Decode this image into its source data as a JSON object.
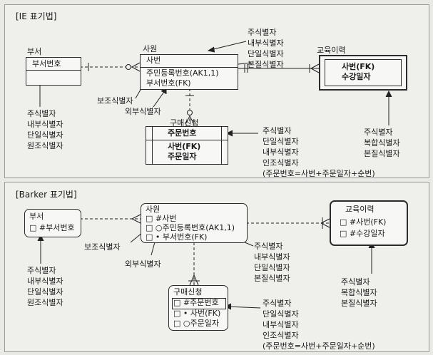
{
  "ie": {
    "title": "[IE 표기법]",
    "dept": {
      "name": "부서",
      "key": "부서번호"
    },
    "emp": {
      "name": "사원",
      "key": "사번",
      "attrs": [
        "주민등록번호(AK1,1)",
        "부서번호(FK)"
      ]
    },
    "edu": {
      "name": "교육이력",
      "key1": "사번(FK)",
      "key2": "수강일자"
    },
    "purchase": {
      "name": "구매신청",
      "key": "주문번호",
      "attrs": [
        "사번(FK)",
        "주문일자"
      ]
    },
    "dept_notes": [
      "주식별자",
      "내부식별자",
      "단일식별자",
      "원조식별자"
    ],
    "emp_notes": [
      "주식별자",
      "내부식별자",
      "단일식별자",
      "본질식별자"
    ],
    "sub_id": "보조식별자",
    "ext_id": "외부식별자",
    "edu_notes": [
      "주식별자",
      "복합식별자",
      "본질식별자"
    ],
    "purchase_notes": [
      "주식별자",
      "단일식별자",
      "내부식별자",
      "인조식별자",
      "(주문번호=사번+주문일자+순번)"
    ]
  },
  "barker": {
    "title": "[Barker 표기법]",
    "dept": {
      "name": "부서",
      "key": "□ #부서번호"
    },
    "emp": {
      "name": "사원",
      "rows": [
        "□ #사번",
        "□ ○주민등록번호(AK1,1)",
        "□ • 부서번호(FK)"
      ]
    },
    "edu": {
      "name": "교육이력",
      "rows": [
        "□ #사번(FK)",
        "□ #수강일자"
      ]
    },
    "purchase": {
      "name": "구매신청",
      "rows": [
        "□ #주문번호",
        "□ • 사번(FK)",
        "□ ○주문일자"
      ]
    },
    "dept_notes": [
      "주식별자",
      "내부식별자",
      "단일식별자",
      "원조식별자"
    ],
    "emp_notes": [
      "주식별자",
      "내부식별자",
      "단일식별자",
      "본질식별자"
    ],
    "sub_id": "보조식별자",
    "ext_id": "외부식별자",
    "edu_notes": [
      "주식별자",
      "복합식별자",
      "본질식별자"
    ],
    "purchase_notes": [
      "주식별자",
      "단일식별자",
      "내부식별자",
      "인조식별자",
      "(주문번호=사번+주문일자+순번)"
    ]
  }
}
